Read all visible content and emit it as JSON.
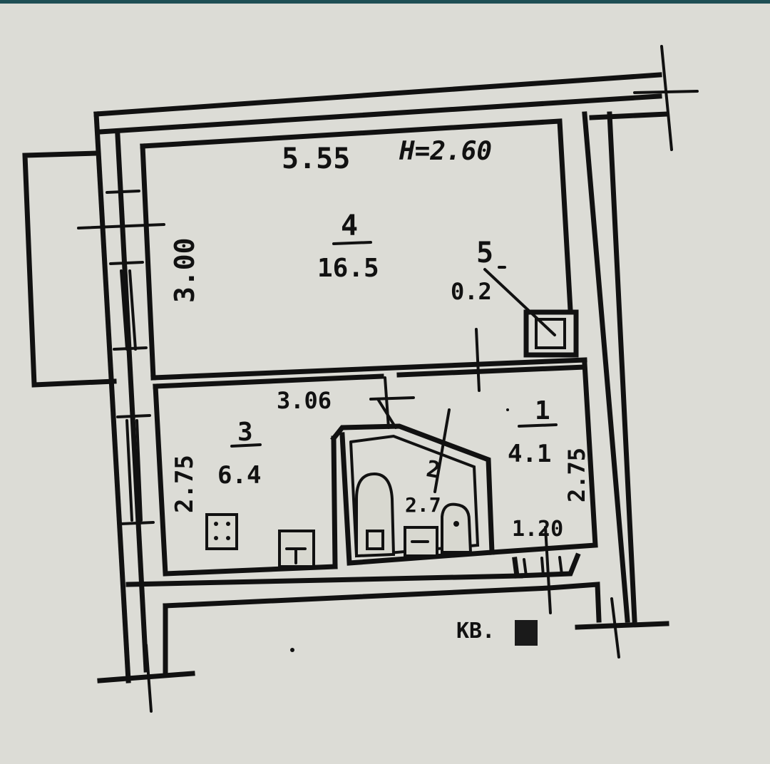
{
  "plan": {
    "background_color": "#dcdcd6",
    "ink_color": "#111111",
    "top_bar_color": "#1f4f55",
    "dimensions": {
      "room4_width": "5.55",
      "ceiling_height": "H=2.60",
      "room4_depth": "3.00",
      "room3_width": "3.06",
      "room3_depth": "2.75",
      "room1_depth": "2.75",
      "room1_width": "1.20"
    },
    "rooms": [
      {
        "number": "4",
        "area": "16.5"
      },
      {
        "number": "5",
        "area": "0.2"
      },
      {
        "number": "3",
        "area": "6.4"
      },
      {
        "number": "2",
        "area": "2.7"
      },
      {
        "number": "1",
        "area": "4.1"
      }
    ],
    "apartment_label": "КВ."
  }
}
